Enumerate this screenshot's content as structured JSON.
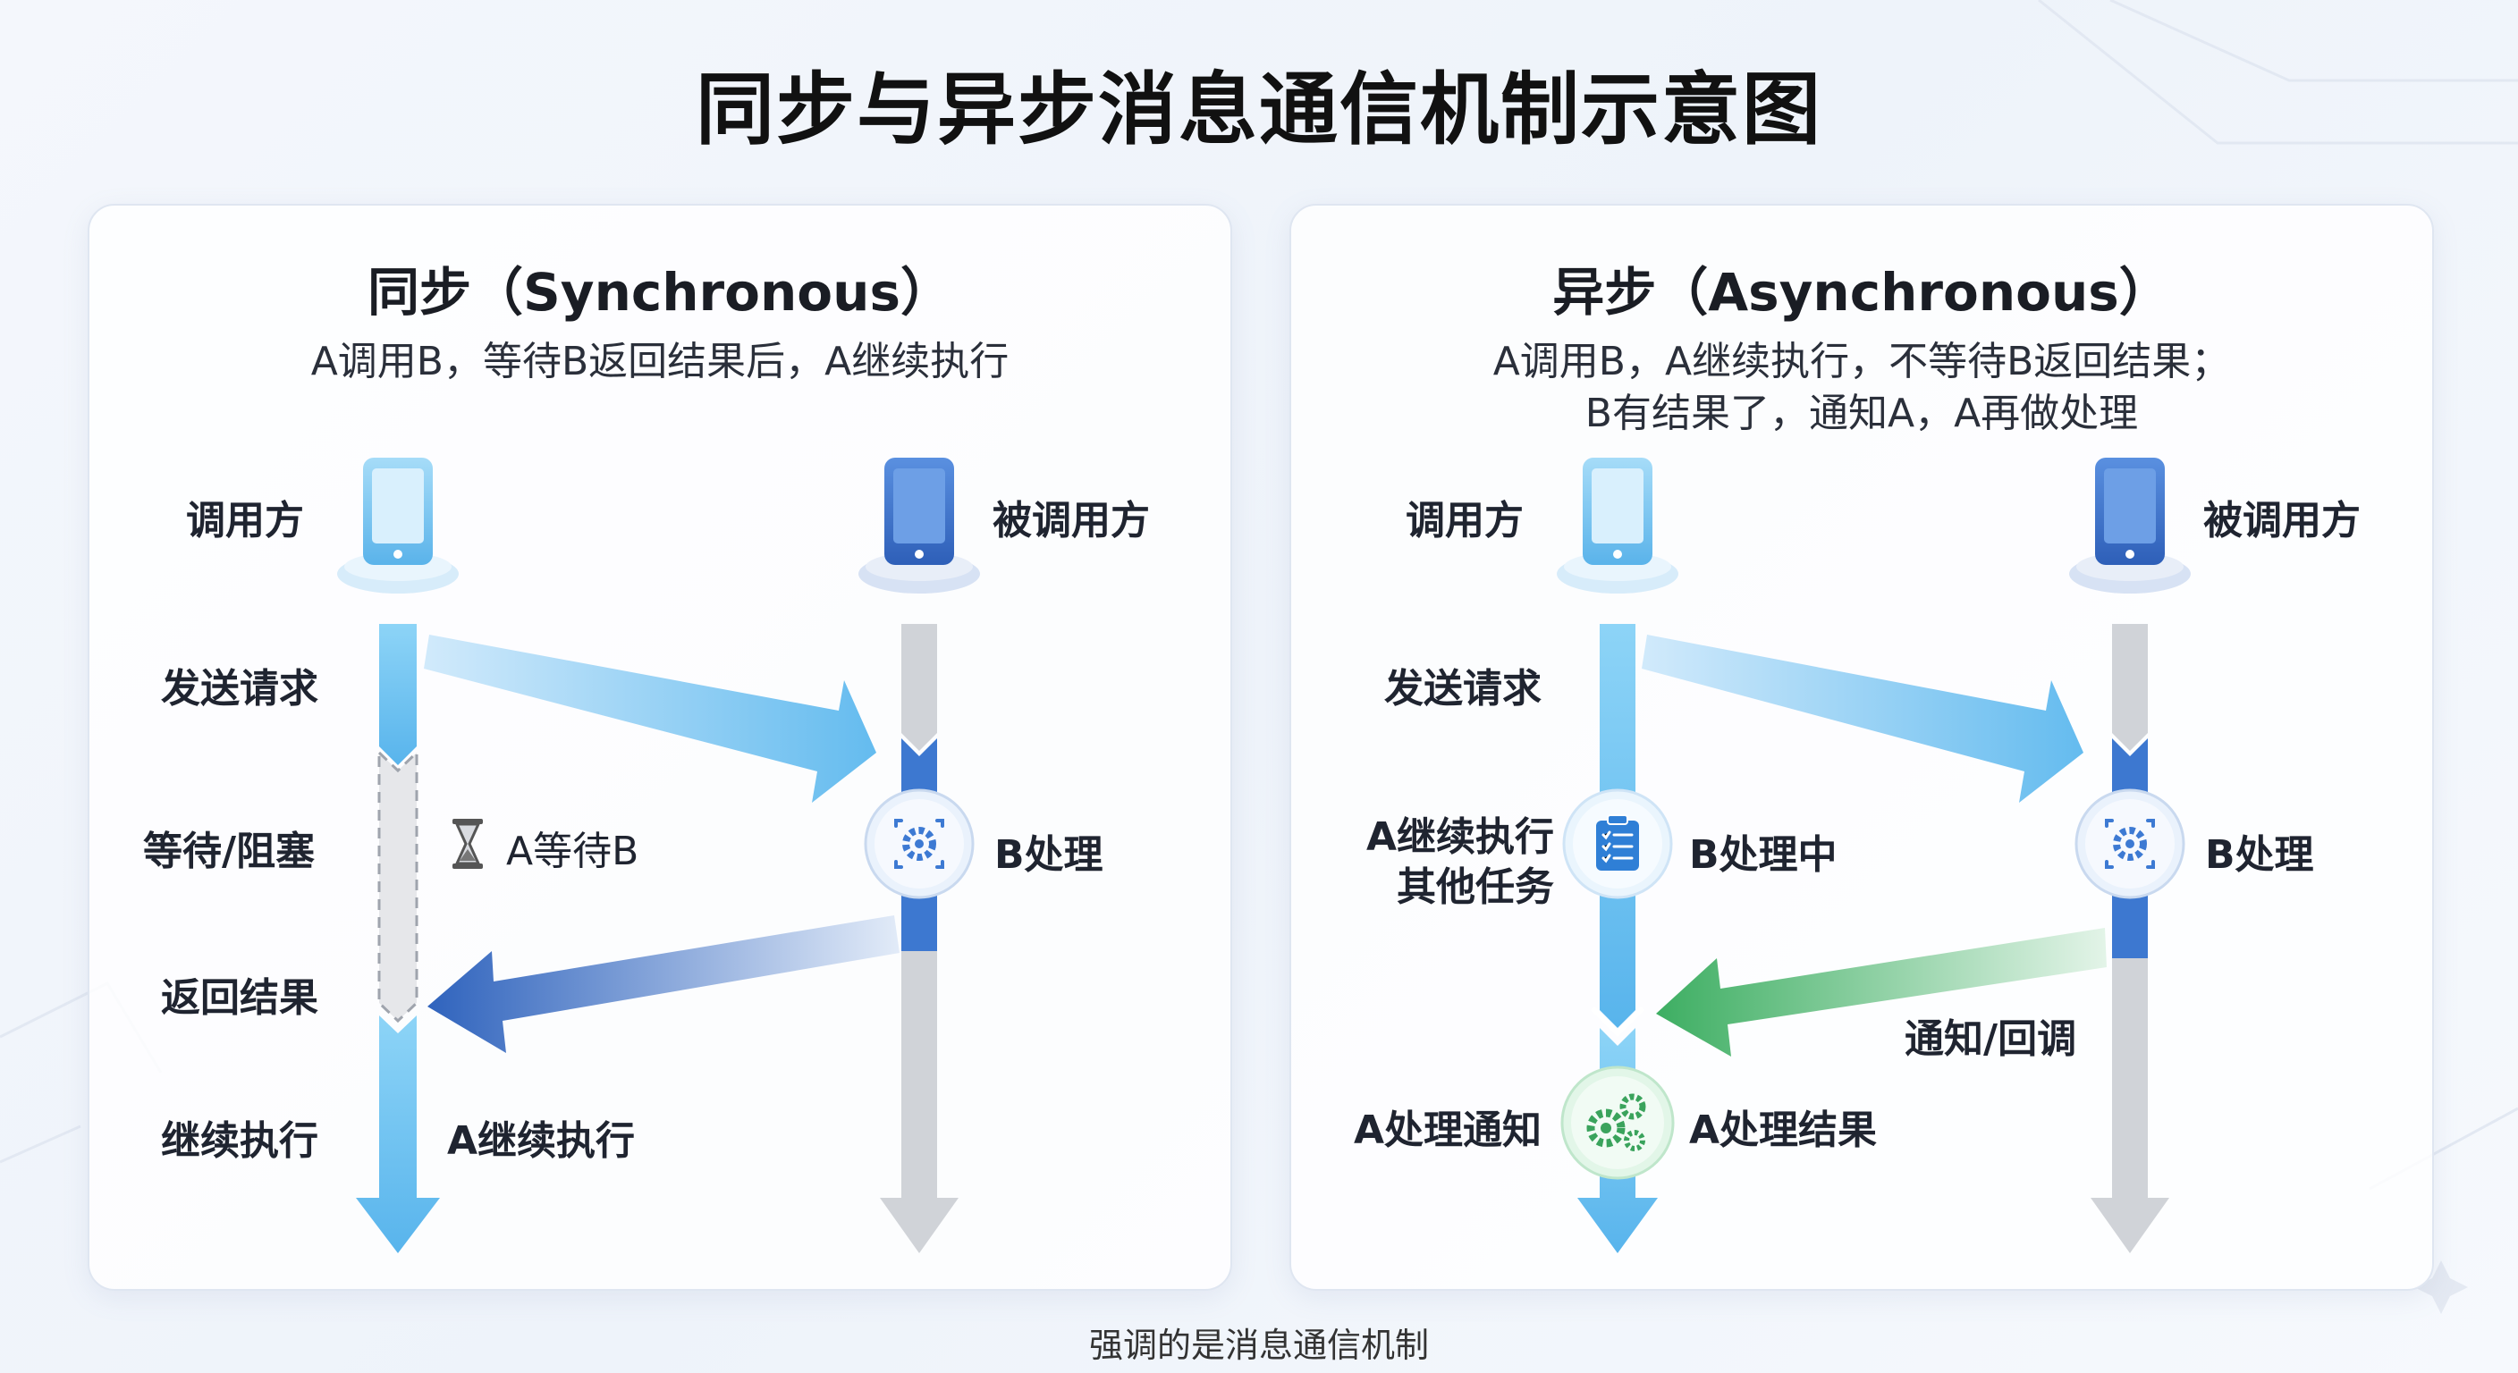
{
  "title": "同步与异步消息通信机制示意图",
  "sync": {
    "heading": "同步（Synchronous）",
    "desc": "A调用B，等待B返回结果后，A继续执行",
    "caller": "调用方",
    "callee": "被调用方",
    "steps": {
      "send": "发送请求",
      "wait": "等待/阻塞",
      "return": "返回结果",
      "continue": "继续执行"
    },
    "notes": {
      "wait": "A等待B",
      "process": "B处理",
      "continue": "A继续执行"
    }
  },
  "async": {
    "heading": "异步（Asynchronous）",
    "desc_line1": "A调用B，A继续执行，不等待B返回结果；",
    "desc_line2": "B有结果了，通知A，A再做处理",
    "caller": "调用方",
    "callee": "被调用方",
    "steps": {
      "send": "发送请求",
      "continue_l1": "A继续执行",
      "continue_l2": "其他任务",
      "handle": "A处理通知"
    },
    "notes": {
      "b_processing": "B处理中",
      "process": "B处理",
      "callback": "通知/回调",
      "handle_result": "A处理结果"
    }
  },
  "footer": "强调的是消息通信机制",
  "colors": {
    "caller_blue": "#6fc2f0",
    "callee_blue": "#3d78d0",
    "timeline_gray": "#d0d3d8",
    "callback_green": "#4fbf74"
  },
  "icons": [
    "phone-icon",
    "gear-icon",
    "hourglass-icon",
    "checklist-icon",
    "gears-icon"
  ]
}
